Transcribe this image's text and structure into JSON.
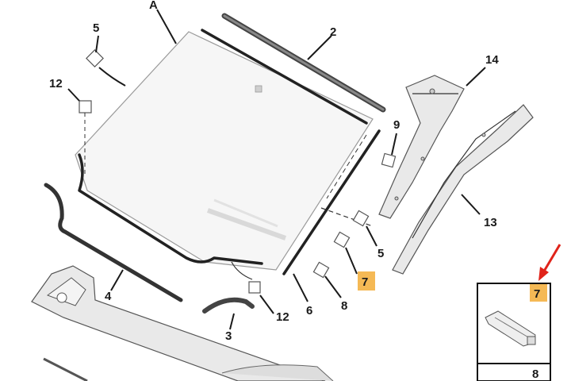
{
  "callouts": {
    "a": "A",
    "two": "2",
    "three": "3",
    "four": "4",
    "five_top": "5",
    "five_side": "5",
    "six": "6",
    "seven": "7",
    "eight": "8",
    "nine": "9",
    "twelve_top": "12",
    "twelve_bottom": "12",
    "thirteen": "13",
    "fourteen": "14"
  },
  "inset": {
    "badge": "7",
    "lower": "8"
  },
  "colors": {
    "badge_fill": "#f5b955",
    "arrow": "#e0231a"
  }
}
